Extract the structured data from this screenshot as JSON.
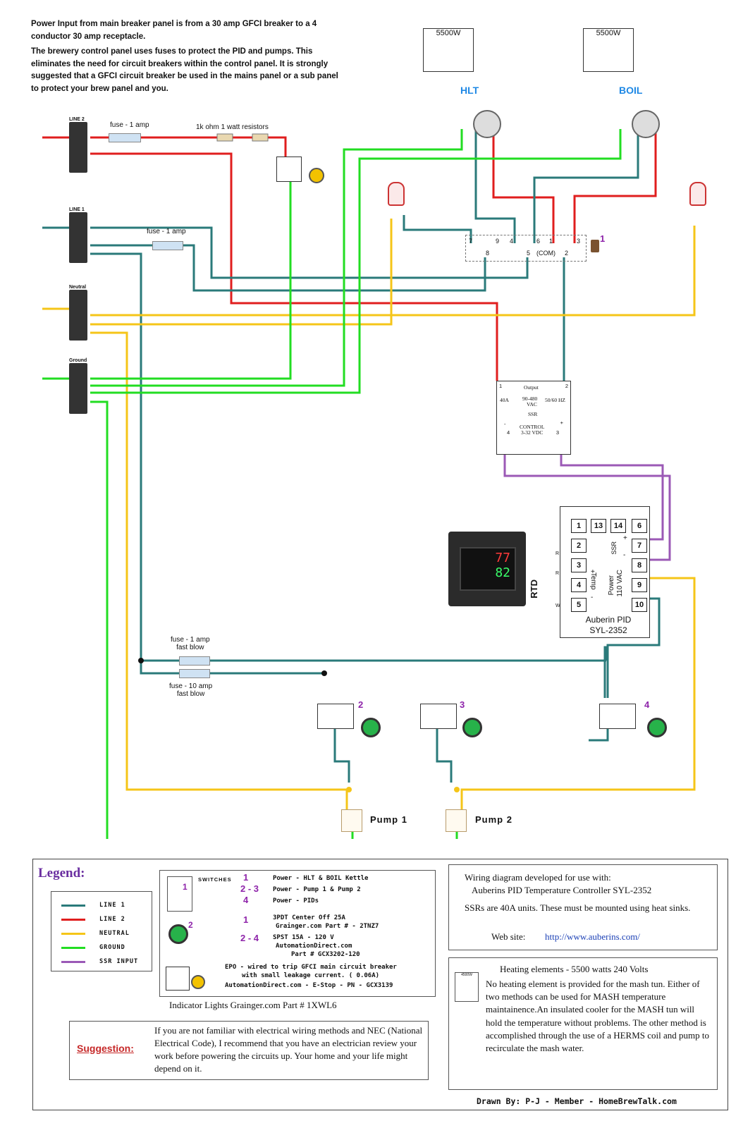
{
  "intro": {
    "p1": "Power Input from main breaker panel is from a 30 amp GFCI breaker to a 4 conductor 30 amp receptacle.",
    "p2": "The brewery control panel uses fuses to protect the PID and pumps. This eliminates the need for circuit breakers within the control panel. It is strongly suggested that a GFCI circuit breaker be used in the mains panel or a sub panel to protect your brew panel and you."
  },
  "terminals": {
    "line2": "LINE 2",
    "line1": "LINE 1",
    "neutral": "Neutral",
    "ground": "Ground"
  },
  "fuses": {
    "f1": "fuse - 1 amp",
    "f2": "fuse - 1 amp",
    "f3a": "fuse - 1 amp",
    "f3b": "fast blow",
    "f4a": "fuse - 10 amp",
    "f4b": "fast blow"
  },
  "resistors": "1k ohm 1 watt resistors",
  "elements": {
    "hlt": {
      "watt": "5500W",
      "name": "HLT"
    },
    "boil": {
      "watt": "5500W",
      "name": "BOIL"
    }
  },
  "switch3pdt": {
    "t7": "7",
    "t9": "9",
    "t4": "4",
    "t6": "6",
    "t1": "1",
    "t3": "3",
    "t8": "8",
    "t5": "5",
    "tcom": "(COM)",
    "t2": "2",
    "num": "1"
  },
  "ssr": {
    "t1": "1",
    "t2": "2",
    "output": "Output",
    "a40": "40A",
    "range": "90-480",
    "vac": "VAC",
    "hz": "50/60 HZ",
    "name": "SSR",
    "minus": "-",
    "plus": "+",
    "control": "CONTROL",
    "vdc": "3-32 VDC",
    "t4": "4",
    "t3": "3"
  },
  "pid": {
    "keys": [
      "1",
      "13",
      "14",
      "6",
      "2",
      "7",
      "3",
      "8",
      "4",
      "9",
      "5",
      "10"
    ],
    "ssr_label": "SSR",
    "plus": "+",
    "minus": "-",
    "temp_label": "Temp",
    "temp_plus": "+",
    "temp_minus": "-",
    "power_label": "Power",
    "power_vac": "110 VAC",
    "rtd": "RTD",
    "r1": "R",
    "r2": "R",
    "w": "W",
    "name": "Auberin PID",
    "model": "SYL-2352",
    "display_top": "77",
    "display_bottom": "82"
  },
  "pump_switches": {
    "s2": "2",
    "s3": "3",
    "s4": "4"
  },
  "pumps": {
    "p1": "Pump 1",
    "p2": "Pump 2"
  },
  "legend": {
    "title": "Legend:",
    "colors": [
      {
        "name": "LINE 1",
        "color": "#2a7a7a"
      },
      {
        "name": "LINE 2",
        "color": "#e01e1e"
      },
      {
        "name": "NEUTRAL",
        "color": "#f5c518"
      },
      {
        "name": "GROUND",
        "color": "#22dd22"
      },
      {
        "name": "SSR INPUT",
        "color": "#9b59b6"
      }
    ],
    "switches_label": "SWITCHES",
    "sw1_num": "1",
    "sw1_desc": "Power - HLT & BOIL Kettle",
    "sw23_num": "2 - 3",
    "sw23_desc": "Power - Pump 1 & Pump 2",
    "sw4_num": "4",
    "sw4_desc": "Power - PIDs",
    "p1_num": "1",
    "p1_l1": "3PDT Center Off 25A",
    "p1_l2": "Grainger.com Part # - 2TNZ7",
    "p24_num": "2 - 4",
    "p24_l1": "SPST 15A - 120 V",
    "p24_l2": "AutomationDirect.com",
    "p24_l3": "Part # GCX3202-120",
    "icon_num1": "1",
    "icon_num2": "2",
    "epo_l1": "EPO - wired to trip GFCI main circuit breaker",
    "epo_l2": "with small leakage current. ( 0.06A)",
    "epo_l3": "AutomationDirect.com -  E-Stop - PN - GCX3139",
    "indicator": "Indicator Lights  Grainger.com Part # 1XWL6"
  },
  "suggestion": {
    "label": "Suggestion:",
    "text": "If you are not familiar with electrical wiring methods and NEC (National Electrical Code), I recommend that you have an electrician review your work before powering the circuits up. Your home and your life might depend on it."
  },
  "info": {
    "l1": "Wiring diagram developed for use with:",
    "l2": "Auberins PID Temperature Controller SYL-2352",
    "l3": "SSRs are 40A units. These must be mounted using heat sinks.",
    "web_label": "Web site:",
    "web_url": "http://www.auberins.com/"
  },
  "heating": {
    "title": "Heating elements - 5500 watts 240 Volts",
    "text": "No heating element is provided for the mash tun. Either of two methods can be used for MASH temperature maintainence.An insulated cooler for the MASH tun will hold the temperature without problems. The other method is accomplished through the use of a HERMS coil and pump to recirculate the mash water.",
    "icon_watt": "4500W"
  },
  "credit": "Drawn By: P-J - Member - HomeBrewTalk.com"
}
